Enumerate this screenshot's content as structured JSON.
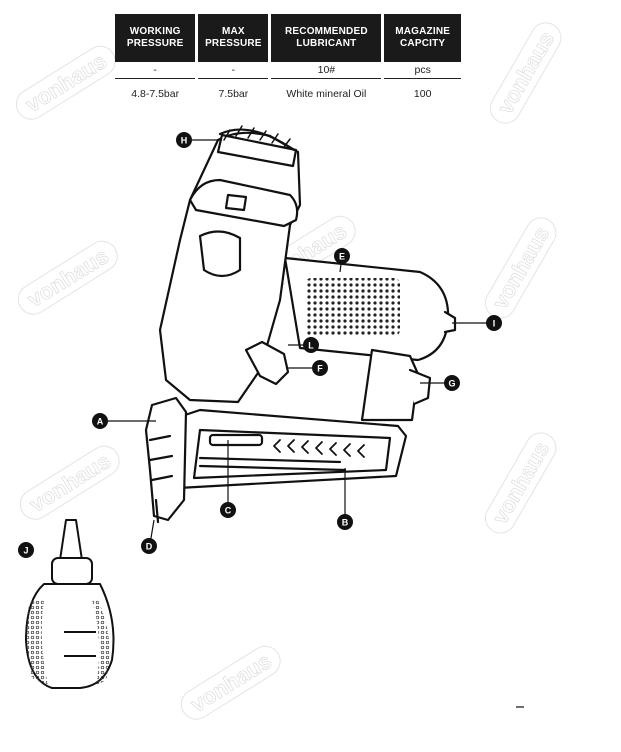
{
  "spec_table": {
    "headers": [
      "WORKING PRESSURE",
      "MAX PRESSURE",
      "RECOMMENDED LUBRICANT",
      "MAGAZINE CAPCITY"
    ],
    "units": [
      "-",
      "-",
      "10#",
      "pcs"
    ],
    "values": [
      "4.8-7.5bar",
      "7.5bar",
      "White mineral Oil",
      "100"
    ]
  },
  "watermark": "vonhaus",
  "callouts": {
    "a": "A",
    "b": "B",
    "c": "C",
    "d": "D",
    "e": "E",
    "g": "G",
    "h": "H",
    "i": "I",
    "j": "J",
    "l": "L"
  }
}
